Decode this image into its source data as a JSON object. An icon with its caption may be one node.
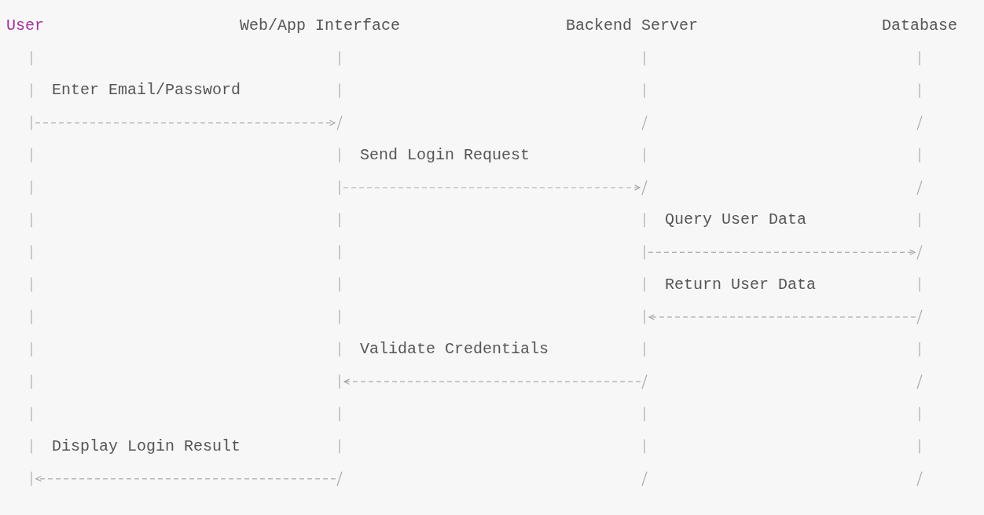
{
  "diagram": {
    "nodes": [
      {
        "text": [
          "User"
        ]
      },
      {
        "text": [
          "Web/App Interface"
        ]
      },
      {
        "text": [
          "Backend Server"
        ]
      },
      {
        "text": [
          "Database"
        ]
      }
    ],
    "edges": [
      {
        "from": 0,
        "to": 1,
        "arrow": "to",
        "label": "Enter Email/Password",
        "style": "dashed"
      },
      {
        "from": 1,
        "to": 2,
        "arrow": "to",
        "label": "Send Login Request",
        "style": "dashed"
      },
      {
        "from": 2,
        "to": 3,
        "arrow": "to",
        "label": "Query User Data",
        "style": "dashed"
      },
      {
        "from": 3,
        "to": 2,
        "arrow": "to",
        "label": "Return User Data",
        "style": "dashed"
      },
      {
        "from": 2,
        "to": 1,
        "arrow": "to",
        "label": "Validate Credentials",
        "style": "dashed"
      },
      {
        "from": 1,
        "to": 0,
        "arrow": "to",
        "label": "Display Login Result",
        "style": "dashed"
      }
    ]
  }
}
